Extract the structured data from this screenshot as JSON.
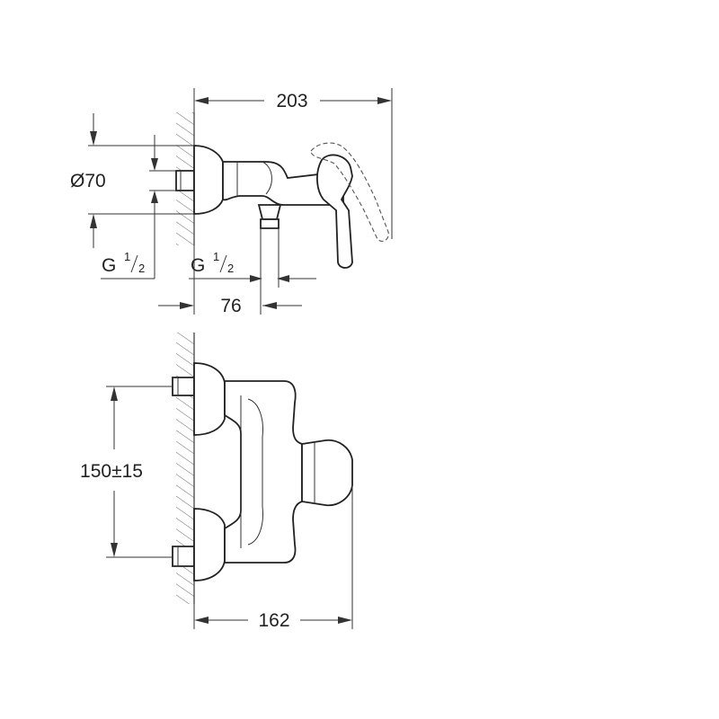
{
  "dimensions": {
    "overall_depth": "203",
    "diameter": "Ø70",
    "inlet_thread_g": "G",
    "inlet_thread_num": "1",
    "inlet_thread_den": "2",
    "outlet_thread_g": "G",
    "outlet_thread_num": "1",
    "outlet_thread_den": "2",
    "outlet_offset": "76",
    "inlet_spacing": "150±15",
    "body_depth": "162"
  }
}
